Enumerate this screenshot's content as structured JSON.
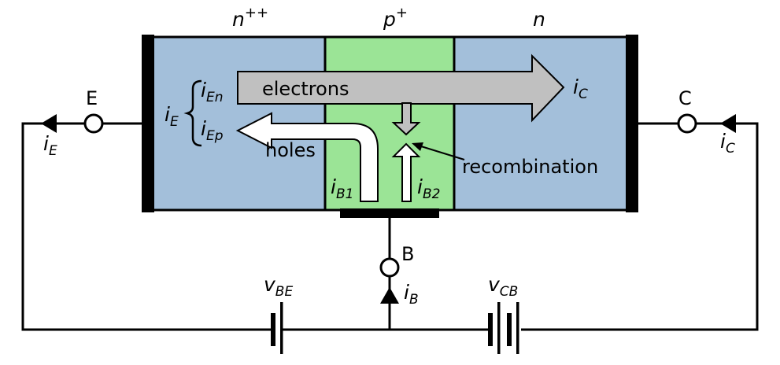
{
  "regions": {
    "emitter": {
      "label": "n",
      "sup": "++",
      "color": "#a3bfda"
    },
    "base": {
      "label": "p",
      "sup": "+",
      "color": "#9be496"
    },
    "collector": {
      "label": "n",
      "sup": "",
      "color": "#a3bfda"
    }
  },
  "flows": {
    "electrons_label": "electrons",
    "holes_label": "holes",
    "recombination_label": "recombination",
    "electron_arrow_color": "#c0c0c0"
  },
  "terminals": {
    "emitter": "E",
    "collector": "C",
    "base": "B"
  },
  "currents": {
    "iE": {
      "main": "i",
      "sub": "E"
    },
    "iEn": {
      "main": "i",
      "sub": "En"
    },
    "iEp": {
      "main": "i",
      "sub": "Ep"
    },
    "iC": {
      "main": "i",
      "sub": "C"
    },
    "iB": {
      "main": "i",
      "sub": "B"
    },
    "iB1": {
      "main": "i",
      "sub": "B1"
    },
    "iB2": {
      "main": "i",
      "sub": "B2"
    }
  },
  "sources": {
    "vBE": {
      "main": "v",
      "sub": "BE"
    },
    "vCB": {
      "main": "v",
      "sub": "CB"
    }
  }
}
